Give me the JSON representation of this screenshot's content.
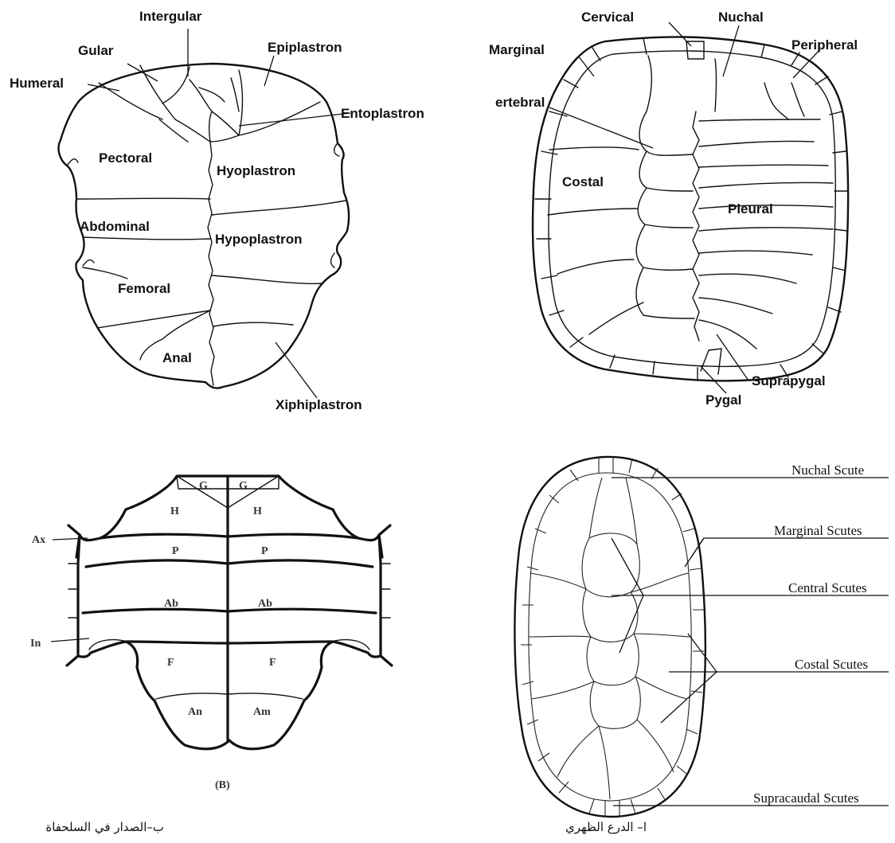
{
  "plastron_labels": {
    "intergular": "Intergular",
    "gular": "Gular",
    "epiplastron": "Epiplastron",
    "humeral": "Humeral",
    "entoplastron": "Entoplastron",
    "pectoral": "Pectoral",
    "hyoplastron": "Hyoplastron",
    "abdominal": "Abdominal",
    "hypoplastron": "Hypoplastron",
    "femoral": "Femoral",
    "anal": "Anal",
    "xiphiplastron": "Xiphiplastron"
  },
  "carapace_labels": {
    "cervical": "Cervical",
    "nuchal": "Nuchal",
    "marginal": "Marginal",
    "peripheral": "Peripheral",
    "vertebral": "ertebral",
    "costal": "Costal",
    "pleural": "Pleural",
    "suprapygal": "Suprapygal",
    "pygal": "Pygal"
  },
  "plastron_b_labels": {
    "g": "G",
    "h": "H",
    "p": "P",
    "ab": "Ab",
    "f": "F",
    "an": "An",
    "am": "Am",
    "ax": "Ax",
    "in": "In",
    "caption": "(B)"
  },
  "scute_labels": {
    "nuchal": "Nuchal Scute",
    "marginal": "Marginal Scutes",
    "central": "Central Scutes",
    "costal": "Costal Scutes",
    "supracaudal": "Supracaudal Scutes"
  },
  "captions": {
    "left": "ب–الصدار في السلحفاة",
    "right": "ا– الدرع الظهري"
  }
}
